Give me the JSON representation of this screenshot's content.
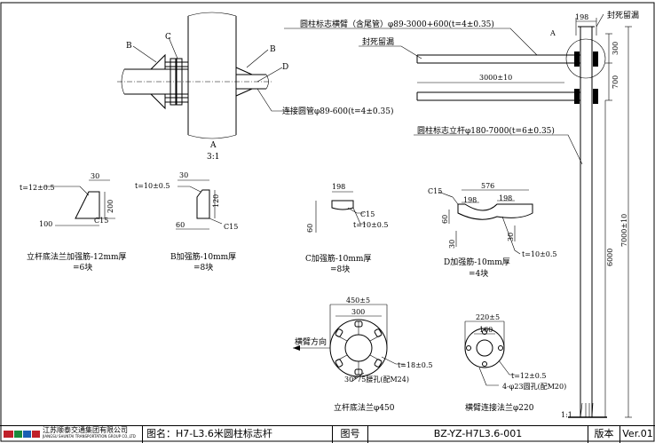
{
  "labels": {
    "arm_title": "圆柱标志横臂（含尾管）φ89-3000+600(t=4±0.35)",
    "seal_top_right": "封死留漏",
    "seal_left": "封死留漏",
    "connect_tube": "连接圆管φ89-600(t=4±0.35)",
    "pole_title": "圆柱标志立杆φ180-7000(t=6±0.35)",
    "detail_a": "A",
    "detail_a_label": "A",
    "detail_a_scale": "3:1",
    "letter_b1": "B",
    "letter_c": "C",
    "letter_b2": "B",
    "letter_d": "D",
    "scale_11": "1:1"
  },
  "dims": {
    "d198_top": "198",
    "d300_right": "300",
    "d700_right": "700",
    "d3000": "3000±10",
    "d7000": "7000±10",
    "d6000": "6000"
  },
  "rib_a": {
    "t": "t=12±0.5",
    "d30": "30",
    "d200": "200",
    "d100": "100",
    "c15": "C15",
    "caption1": "立杆底法兰加强筋-12mm厚",
    "caption2": "=6块"
  },
  "rib_b": {
    "t": "t=10±0.5",
    "d30": "30",
    "d120": "120",
    "d60": "60",
    "c15": "C15",
    "caption1": "B加强筋-10mm厚",
    "caption2": "=8块"
  },
  "rib_c": {
    "d198": "198",
    "d60": "60",
    "c15": "C15",
    "t": "t=10±0.5",
    "caption1": "C加强筋-10mm厚",
    "caption2": "=8块"
  },
  "rib_d": {
    "c15": "C15",
    "d576": "576",
    "d198a": "198",
    "d198b": "198",
    "d60": "60",
    "d30a": "30",
    "d30b": "30",
    "t": "t=10±0.5",
    "caption1": "D加强筋-10mm厚",
    "caption2": "=4块"
  },
  "flange_base": {
    "d450": "450±5",
    "d300": "300",
    "arm_dir": "横臂方向",
    "t": "t=18±0.5",
    "holes": "30*75腰孔(配M24)",
    "caption": "立杆底法兰φ450"
  },
  "flange_arm": {
    "d220": "220±5",
    "d160": "160",
    "t": "t=12±0.5",
    "holes": "4-φ23圆孔(配M20)",
    "caption": "横臂连接法兰φ220"
  },
  "title_block": {
    "company_cn": "江苏顺泰交通集团有限公司",
    "company_en": "JIANGSU SHUNTAI TRANSPORTATION GROUP CO.,LTD",
    "drawing_name": "图名：H7-L3.6米圆柱标志杆",
    "drawing_no_label": "图号",
    "drawing_no": "BZ-YZ-H7L3.6-001",
    "version_label": "版本",
    "version": "Ver.01"
  }
}
